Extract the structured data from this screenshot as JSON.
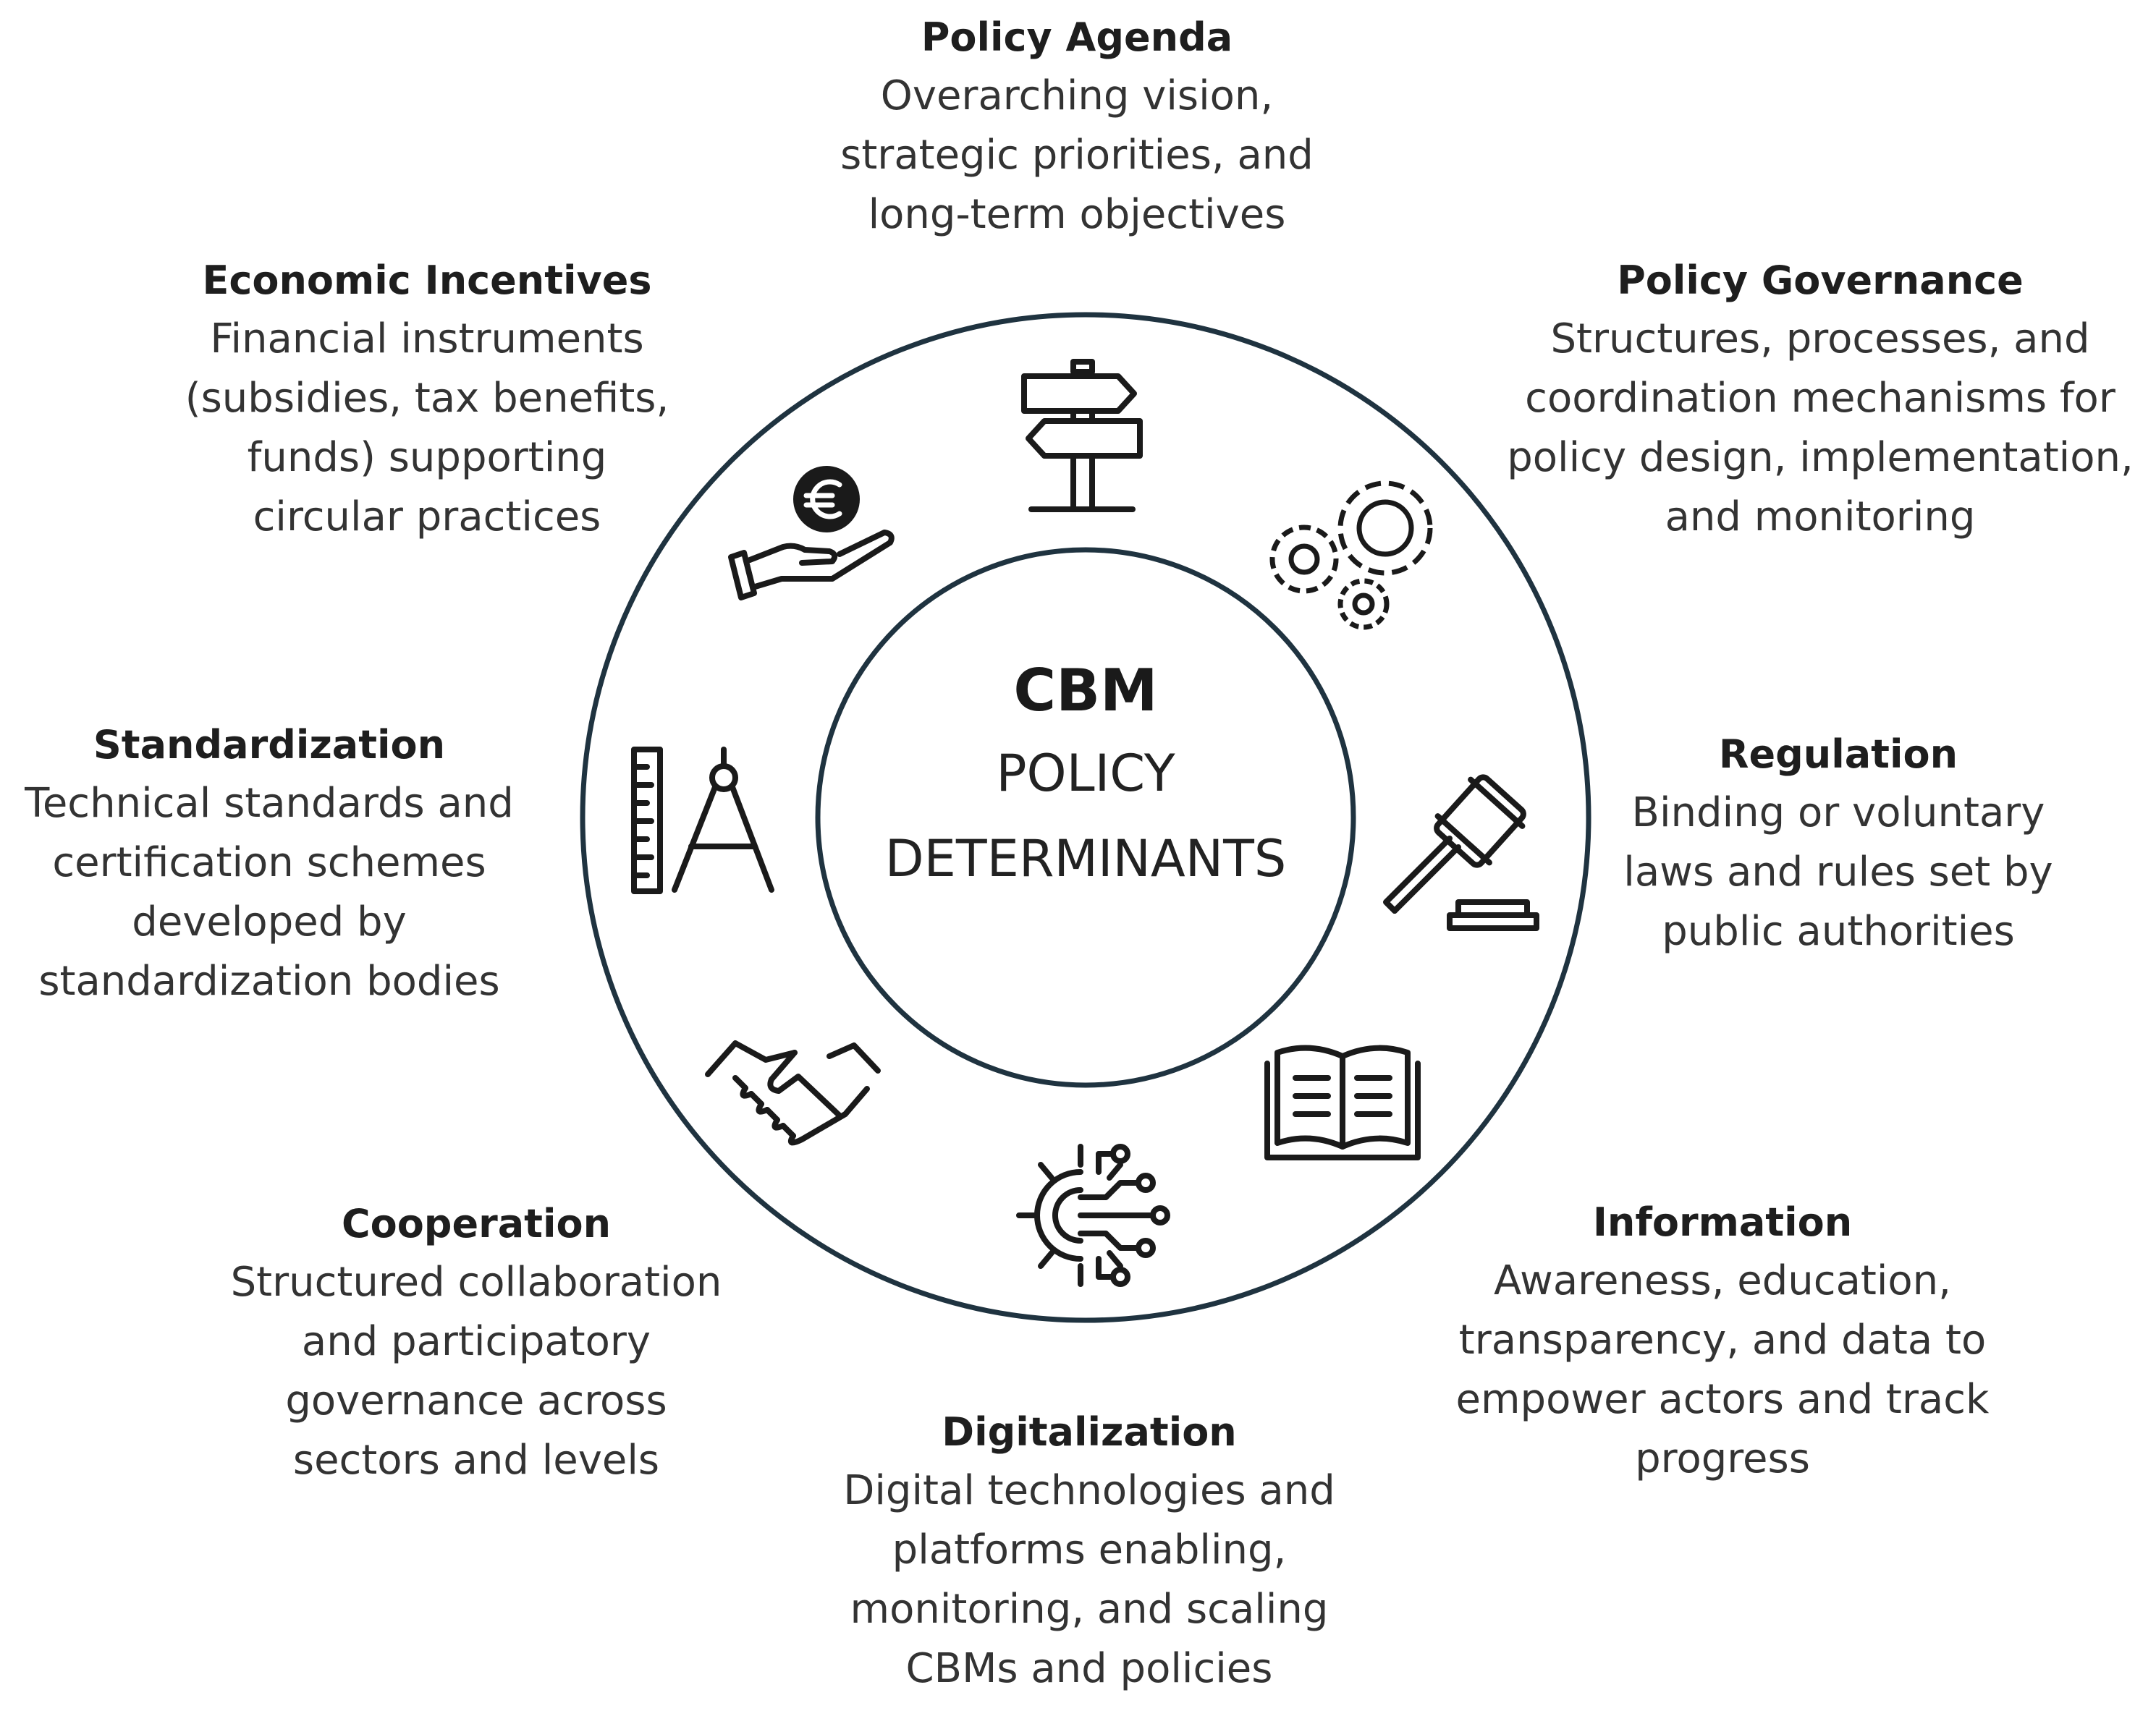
{
  "center": {
    "title": "CBM",
    "subtitle_line1": "POLICY",
    "subtitle_line2": "DETERMINANTS"
  },
  "determinants": [
    {
      "id": "policy-agenda",
      "title": "Policy Agenda",
      "lines": [
        "Overarching vision,",
        "strategic priorities, and",
        "long-term objectives"
      ],
      "icon": "signpost-icon"
    },
    {
      "id": "policy-governance",
      "title": "Policy Governance",
      "lines": [
        "Structures, processes, and",
        "coordination mechanisms for",
        "policy design, implementation,",
        "and monitoring"
      ],
      "icon": "gears-icon"
    },
    {
      "id": "regulation",
      "title": "Regulation",
      "lines": [
        "Binding or voluntary",
        "laws and rules set by",
        "public authorities"
      ],
      "icon": "gavel-icon"
    },
    {
      "id": "information",
      "title": "Information",
      "lines": [
        "Awareness, education,",
        "transparency, and data to",
        "empower actors and track",
        "progress"
      ],
      "icon": "open-book-icon"
    },
    {
      "id": "digitalization",
      "title": "Digitalization",
      "lines": [
        "Digital technologies and",
        "platforms enabling,",
        "monitoring, and scaling",
        "CBMs and policies"
      ],
      "icon": "digital-gear-icon"
    },
    {
      "id": "cooperation",
      "title": "Cooperation",
      "lines": [
        "Structured collaboration",
        "and participatory",
        "governance across",
        "sectors and levels"
      ],
      "icon": "handshake-icon"
    },
    {
      "id": "standardization",
      "title": "Standardization",
      "lines": [
        "Technical standards and",
        "certification schemes",
        "developed by",
        "standardization bodies"
      ],
      "icon": "ruler-compass-icon"
    },
    {
      "id": "economic-incentives",
      "title": "Economic Incentives",
      "lines": [
        "Financial instruments",
        "(subsidies, tax benefits,",
        "funds) supporting",
        "circular practices"
      ],
      "icon": "euro-hand-icon"
    }
  ],
  "colors": {
    "ring_stroke": "#1f3340",
    "icon_stroke": "#1a1a1a",
    "text": "#2a2a2a"
  }
}
